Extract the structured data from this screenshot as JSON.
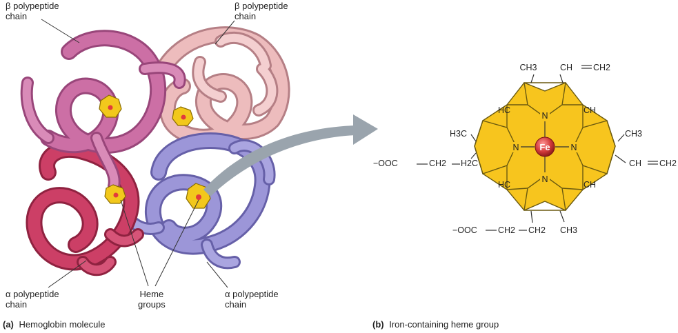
{
  "panel_a": {
    "caption_letter": "(a)",
    "caption_text": "Hemoglobin molecule",
    "labels": {
      "beta_left": [
        "β polypeptide",
        "chain"
      ],
      "beta_right": [
        "β polypeptide",
        "chain"
      ],
      "alpha_left": [
        "α polypeptide",
        "chain"
      ],
      "alpha_right": [
        "α polypeptide",
        "chain"
      ],
      "heme_groups": [
        "Heme",
        "groups"
      ]
    },
    "colors": {
      "beta_left_chain": "#cc6fa5",
      "beta_right_chain": "#edbcbd",
      "alpha_left_chain": "#cc3f66",
      "alpha_right_chain": "#9c96d8",
      "heme": "#f2c81c",
      "iron": "#e23b3b",
      "arrow": "#9aa4ad"
    }
  },
  "panel_b": {
    "caption_letter": "(b)",
    "caption_text": "Iron-containing heme group",
    "center_atom": "Fe",
    "nitrogen": "N",
    "substituents": {
      "top_ch3": "CH3",
      "top_vinyl_left": "CH",
      "top_vinyl_right": "CH2",
      "left_h3c": "H3C",
      "right_ch3": "CH3",
      "mid_left_chain": [
        "−OOC",
        "CH2",
        "H2C"
      ],
      "mid_right_vinyl": [
        "CH",
        "CH2"
      ],
      "bottom_chain": [
        "−OOC",
        "CH2",
        "CH2"
      ],
      "bottom_ch3": "CH3",
      "hc_upper": "HC",
      "ch_upper": "CH",
      "hc_lower": "HC",
      "ch_lower": "CH"
    },
    "colors": {
      "ring_fill": "#f7c51e",
      "ring_stroke": "#6b5a10",
      "iron": "#d43c3c"
    }
  }
}
